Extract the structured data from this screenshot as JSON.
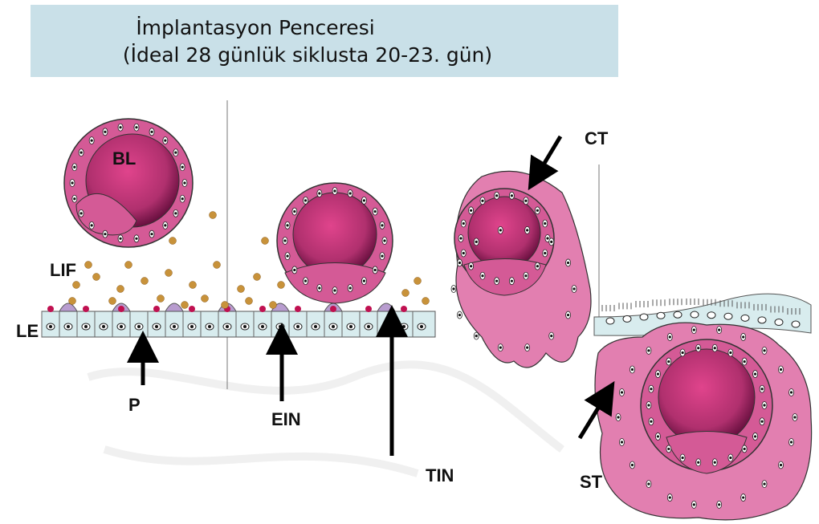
{
  "title": {
    "line1": "İmplantasyon Penceresi",
    "line2": "(İdeal 28 günlük siklusta 20-23. gün)"
  },
  "labels": {
    "bl": "BL",
    "lif": "LIF",
    "le": "LE",
    "p": "P",
    "ein": "EIN",
    "tin": "TIN",
    "ct": "CT",
    "st": "ST"
  },
  "colors": {
    "title_bg": "#c9e0e8",
    "blastocoel": "#b0306e",
    "trophoblast": "#d45a96",
    "epithelium_light": "#d8ecee",
    "epithelium_purple": "#b89ccf",
    "lif_dots": "#c8923a",
    "trophoblast_invading": "#e27fb0"
  }
}
